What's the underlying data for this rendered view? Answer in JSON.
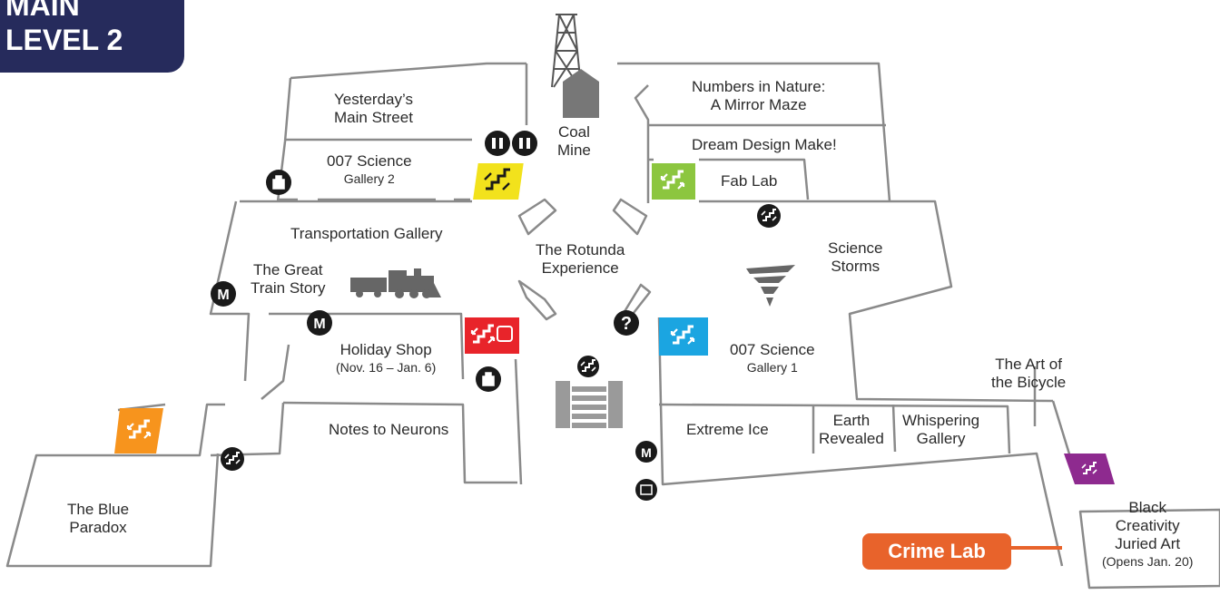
{
  "level": {
    "line1": "MAIN",
    "line2": "LEVEL 2"
  },
  "rooms": {
    "yesterdays_main_street": [
      "Yesterday’s",
      "Main Street"
    ],
    "coal_mine": [
      "Coal",
      "Mine"
    ],
    "numbers_in_nature": [
      "Numbers in Nature:",
      "A Mirror Maze"
    ],
    "dream_design_make": "Dream Design Make!",
    "fab_lab": "Fab Lab",
    "science_007_gallery2": {
      "title": "007 Science",
      "sub": "Gallery 2"
    },
    "transportation_gallery": "Transportation Gallery",
    "rotunda": [
      "The Rotunda",
      "Experience"
    ],
    "science_storms": [
      "Science",
      "Storms"
    ],
    "great_train_story": [
      "The Great",
      "Train Story"
    ],
    "holiday_shop": {
      "title": "Holiday Shop",
      "sub": "(Nov. 16 – Jan. 6)"
    },
    "science_007_gallery1": {
      "title": "007 Science",
      "sub": "Gallery 1"
    },
    "art_of_bicycle": [
      "The Art of",
      "the Bicycle"
    ],
    "notes_to_neurons": "Notes to Neurons",
    "extreme_ice": "Extreme Ice",
    "earth_revealed": [
      "Earth",
      "Revealed"
    ],
    "whispering_gallery": [
      "Whispering",
      "Gallery"
    ],
    "blue_paradox": [
      "The Blue",
      "Paradox"
    ],
    "black_creativity": {
      "lines": [
        "Black",
        "Creativity",
        "Juried Art"
      ],
      "sub": "(Opens Jan. 20)"
    }
  },
  "highlight": {
    "label": "Crime Lab",
    "color": "#e8632b"
  },
  "colors": {
    "wall": "#8a8a8a",
    "badge": "#262b5c",
    "stairs_yellow": "#f2e21c",
    "stairs_green": "#8cc63f",
    "stairs_red": "#e8242a",
    "stairs_blue": "#1ba5e1",
    "stairs_orange": "#f7941d",
    "stairs_purple": "#8e2a8f",
    "icon_dark": "#1a1a1a"
  },
  "icons": [
    "shop-bag-icon",
    "restroom-icon",
    "family-restroom-icon",
    "stairs-icon",
    "elevator-icon",
    "info-icon",
    "metro-icon",
    "tornado-icon",
    "train-icon",
    "oil-derrick-icon"
  ]
}
